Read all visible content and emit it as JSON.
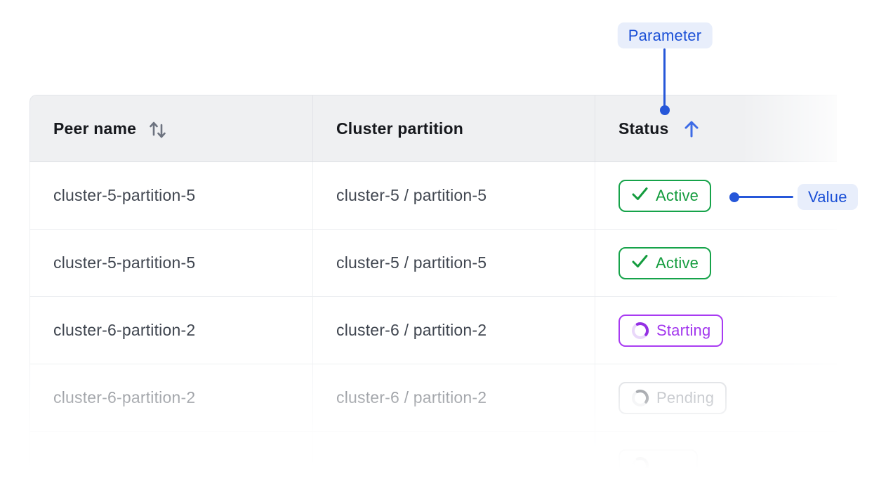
{
  "annotations": {
    "parameter_label": "Parameter",
    "value_label": "Value",
    "label_text_color": "#1a4fd6",
    "label_bg_color": "#e8eefb",
    "connector_color": "#2657d9"
  },
  "table": {
    "columns": [
      {
        "label": "Peer name",
        "sort": "sortable"
      },
      {
        "label": "Cluster partition",
        "sort": "none"
      },
      {
        "label": "Status",
        "sort": "ascending"
      }
    ],
    "rows": [
      {
        "peer_name": "cluster-5-partition-5",
        "cluster_partition": "cluster-5 / partition-5",
        "status": {
          "label": "Active",
          "variant": "active"
        }
      },
      {
        "peer_name": "cluster-5-partition-5",
        "cluster_partition": "cluster-5 / partition-5",
        "status": {
          "label": "Active",
          "variant": "active"
        }
      },
      {
        "peer_name": "cluster-6-partition-2",
        "cluster_partition": "cluster-6 / partition-2",
        "status": {
          "label": "Starting",
          "variant": "starting"
        }
      },
      {
        "peer_name": "cluster-6-partition-2",
        "cluster_partition": "cluster-6 / partition-2",
        "status": {
          "label": "Pending",
          "variant": "pending"
        }
      },
      {
        "peer_name": "",
        "cluster_partition": "",
        "status": {
          "label": "",
          "variant": "pending"
        }
      }
    ],
    "status_colors": {
      "active": "#16a34a",
      "starting": "#a83af2",
      "pending_border": "#d2d5da",
      "pending_text": "#8f949d"
    },
    "header_bg_color": "#eff0f2",
    "sort_arrow_color": "#3d6be6"
  }
}
